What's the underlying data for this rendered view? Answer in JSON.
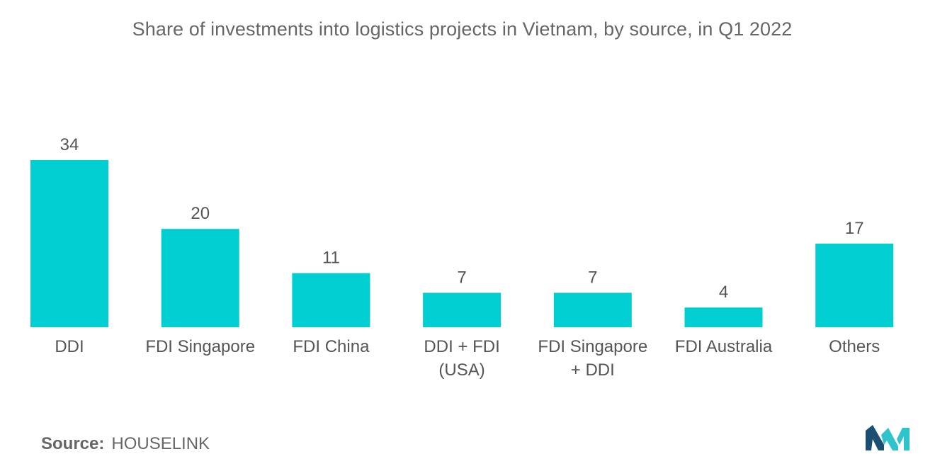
{
  "title": "Share of investments into logistics projects in Vietnam, by source, in Q1 2022",
  "source": {
    "label": "Source:",
    "value": "HOUSELINK"
  },
  "logo_icon": "mordor-intelligence-logo",
  "colors": {
    "bar": "#00CED1",
    "logo_dark": "#1B4F72",
    "logo_light": "#2FC4CC"
  },
  "chart_data": {
    "type": "bar",
    "title": "Share of investments into logistics projects in Vietnam, by source, in Q1 2022",
    "categories": [
      [
        "DDI"
      ],
      [
        "FDI Singapore"
      ],
      [
        "FDI China"
      ],
      [
        "DDI + FDI",
        "(USA)"
      ],
      [
        "FDI Singapore",
        "+ DDI"
      ],
      [
        "FDI Australia"
      ],
      [
        "Others"
      ]
    ],
    "values": [
      34,
      20,
      11,
      7,
      7,
      4,
      17
    ],
    "xlabel": "",
    "ylabel": "",
    "ylim": [
      0,
      34
    ],
    "grid": false,
    "legend": "none"
  }
}
